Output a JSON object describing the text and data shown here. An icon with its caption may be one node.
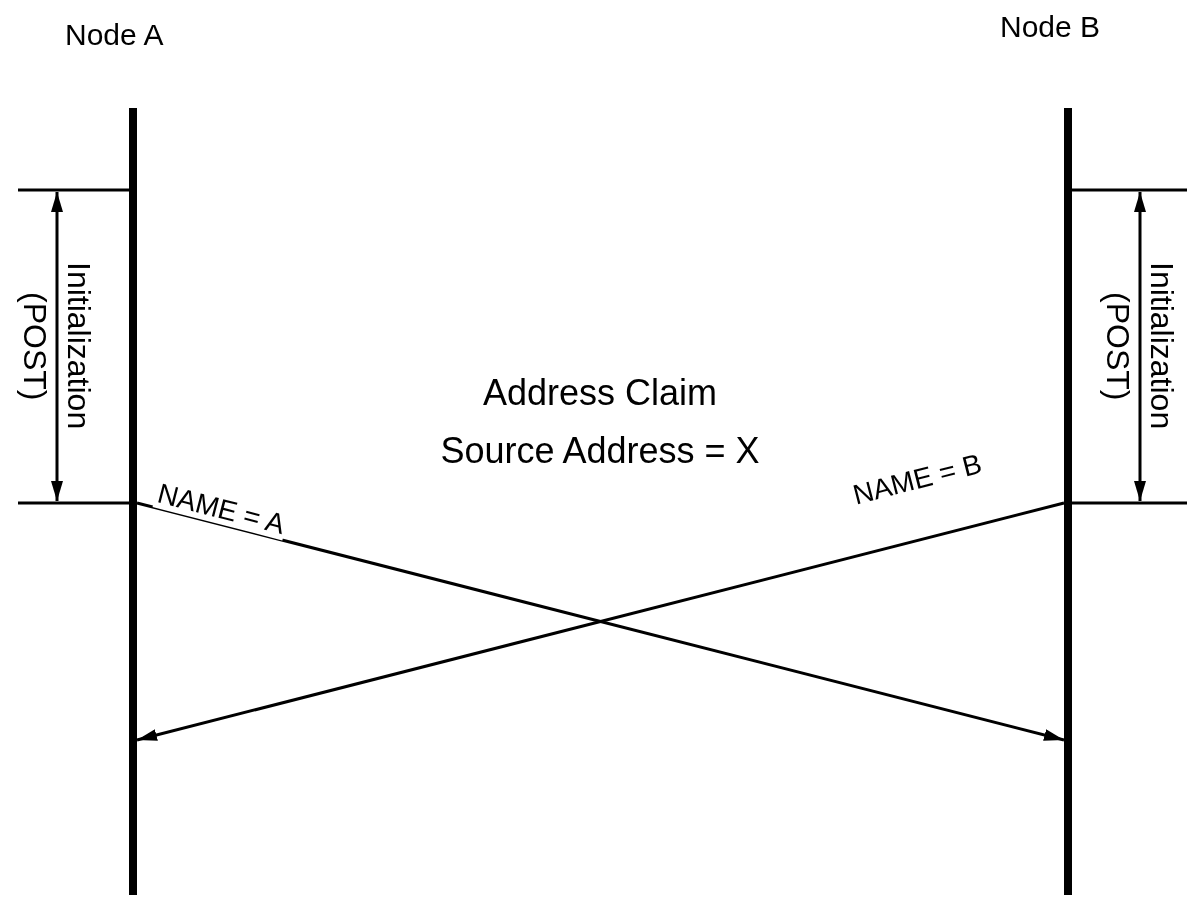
{
  "diagram": {
    "nodes": [
      {
        "text": [
          "Node A"
        ]
      },
      {
        "text": [
          "Node B"
        ]
      }
    ],
    "edges": [
      {
        "from": 0,
        "to": 1,
        "arrow": "to",
        "label": "NAME = A"
      },
      {
        "from": 1,
        "to": 0,
        "arrow": "to",
        "label": "NAME = B"
      }
    ],
    "labels": [
      "Initialization (POST)",
      "Address Claim",
      "Source Address = X",
      "Initialization (POST)"
    ]
  }
}
